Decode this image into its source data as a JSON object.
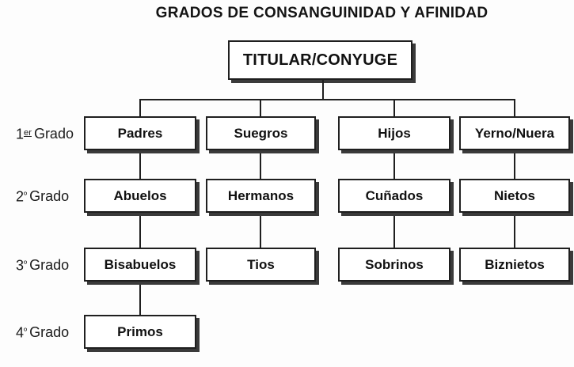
{
  "title": "GRADOS DE CONSANGUINIDAD Y AFINIDAD",
  "root": {
    "label": "TITULAR/CONYUGE"
  },
  "rows": [
    {
      "grade": {
        "num": "1",
        "sup": "er",
        "word": "Grado"
      },
      "boxes": [
        {
          "label": "Padres"
        },
        {
          "label": "Suegros"
        },
        {
          "label": "Hijos"
        },
        {
          "label": "Yerno/Nuera"
        }
      ]
    },
    {
      "grade": {
        "num": "2",
        "sup": "º",
        "word": "Grado"
      },
      "boxes": [
        {
          "label": "Abuelos"
        },
        {
          "label": "Hermanos"
        },
        {
          "label": "Cuñados"
        },
        {
          "label": "Nietos"
        }
      ]
    },
    {
      "grade": {
        "num": "3",
        "sup": "º",
        "word": "Grado"
      },
      "boxes": [
        {
          "label": "Bisabuelos"
        },
        {
          "label": "Tios"
        },
        {
          "label": "Sobrinos"
        },
        {
          "label": "Biznietos"
        }
      ]
    },
    {
      "grade": {
        "num": "4",
        "sup": "º",
        "word": "Grado"
      },
      "boxes": [
        {
          "label": "Primos"
        }
      ]
    }
  ],
  "colors": {
    "ink": "#1f1f1f",
    "paper": "#fdfdfd",
    "box_fill": "#ffffff",
    "box_shadow": "#3a3a3a"
  }
}
